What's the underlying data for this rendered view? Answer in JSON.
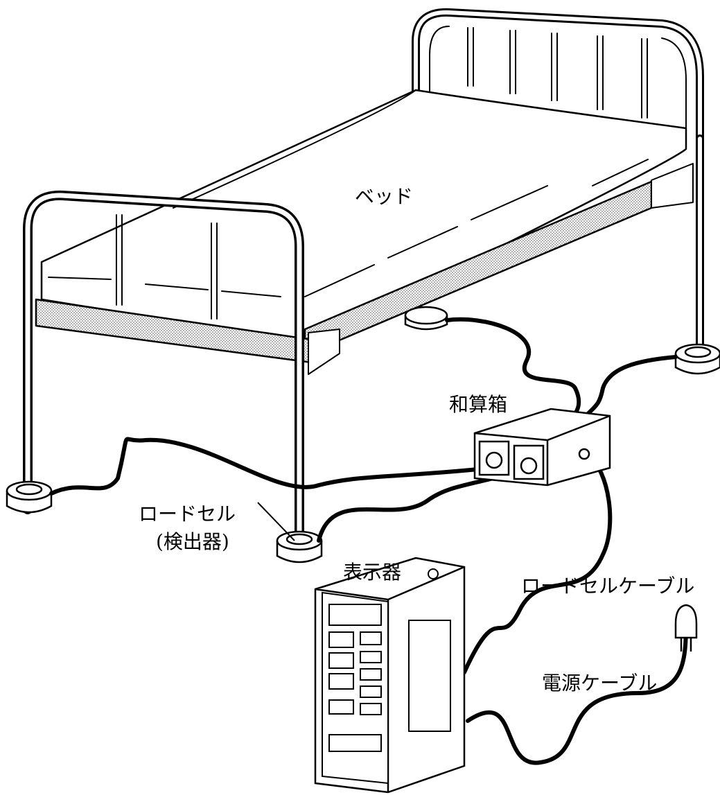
{
  "labels": {
    "bed": "ベッド",
    "summing_box": "和算箱",
    "load_cell": "ロードセル",
    "load_cell_sub": "(検出器)",
    "display_unit": "表示器",
    "load_cell_cable": "ロードセルケーブル",
    "power_cable": "電源ケーブル"
  },
  "colors": {
    "line": "#000000",
    "background": "#ffffff",
    "mesh": "#bdbdbd"
  }
}
